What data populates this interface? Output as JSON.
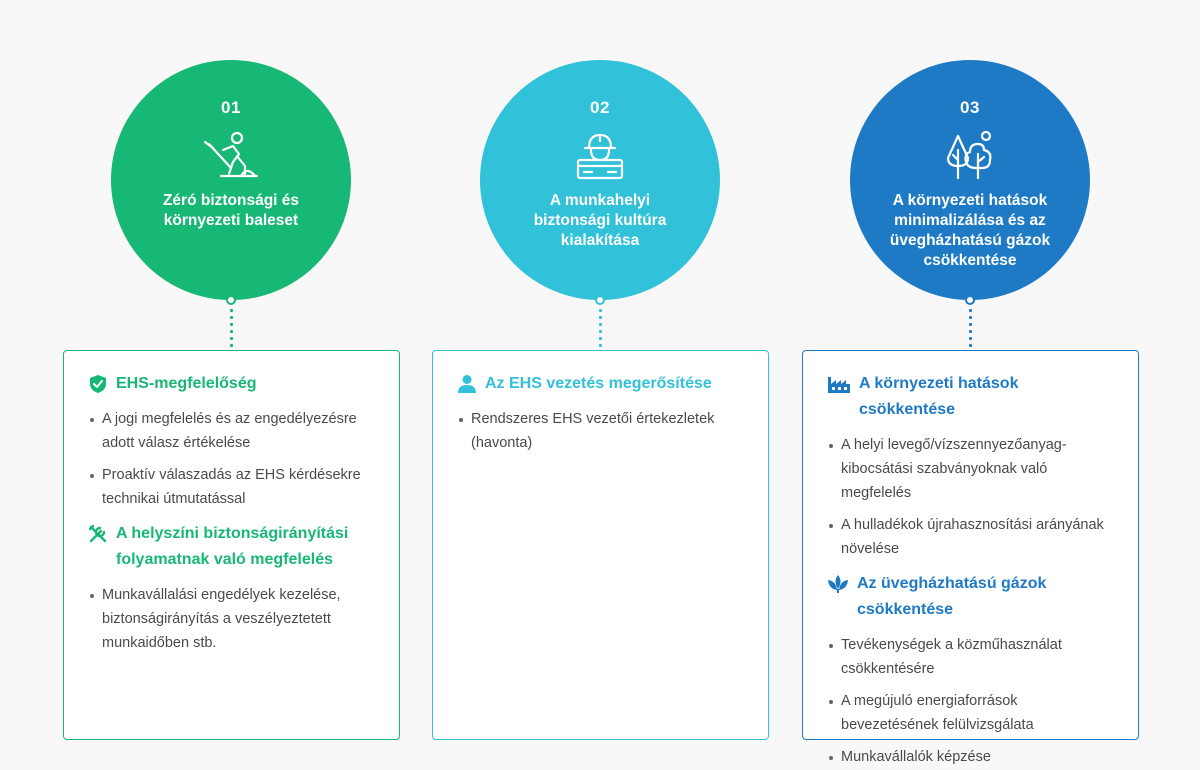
{
  "colors": {
    "green": "#17b776",
    "cyan": "#31c1d8",
    "blue": "#1f7ac6"
  },
  "columns": [
    {
      "number": "01",
      "title": "Zéró biztonsági és környezeti baleset",
      "icon": "construction-worker-icon",
      "sections": [
        {
          "icon": "shield-check-icon",
          "heading": "EHS-megfelelőség",
          "items": [
            "A jogi megfelelés és az engedélyezésre adott válasz értékelése",
            "Proaktív válaszadás az EHS kérdésekre technikai útmutatással"
          ]
        },
        {
          "icon": "tools-icon",
          "heading": "A helyszíni biztonságirányítási folyamatnak való megfelelés",
          "items": [
            "Munkavállalási engedélyek kezelése, biztonságirányítás a veszélyeztetett munkaidőben stb."
          ]
        }
      ]
    },
    {
      "number": "02",
      "title": "A munkahelyi biztonsági kultúra kialakítása",
      "icon": "safety-helmet-worker-icon",
      "sections": [
        {
          "icon": "person-icon",
          "heading": "Az EHS vezetés megerősítése",
          "items": [
            "Rendszeres EHS vezetői értekezletek (havonta)"
          ]
        }
      ]
    },
    {
      "number": "03",
      "title": "A környezeti hatások minimalizálása és az üvegházhatású gázok csökkentése",
      "icon": "trees-icon",
      "sections": [
        {
          "icon": "factory-icon",
          "heading": "A környezeti hatások csökkentése",
          "items": [
            "A helyi levegő/vízszennyezőanyag-kibocsátási szabványoknak való megfelelés",
            "A hulladékok újrahasznosítási arányának növelése"
          ]
        },
        {
          "icon": "leaf-icon",
          "heading": "Az üvegházhatású gázok csökkentése",
          "items": [
            "Tevékenységek a közműhasználat csökkentésére",
            "A megújuló energiaforrások bevezetésének felülvizsgálata",
            "Munkavállalók képzése"
          ]
        }
      ]
    }
  ]
}
